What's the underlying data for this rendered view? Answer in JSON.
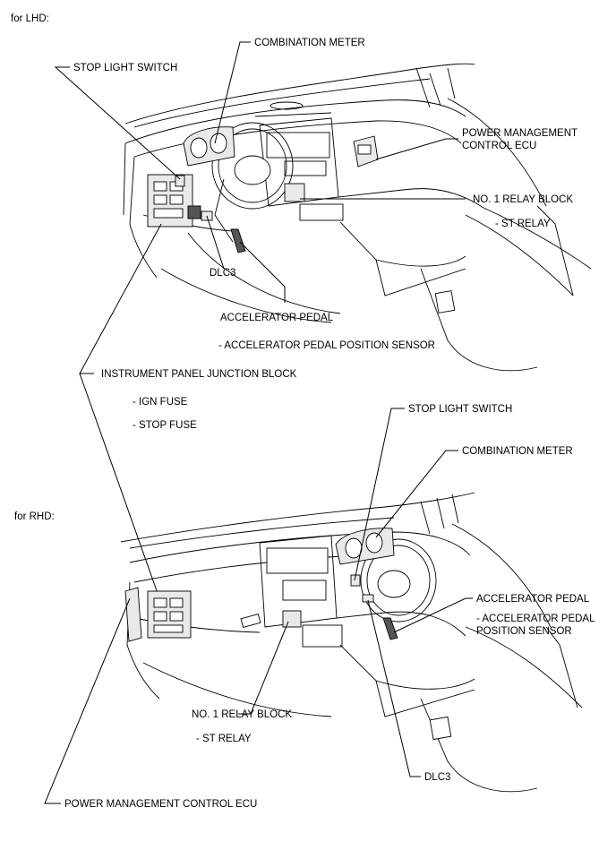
{
  "lhd": {
    "heading": "for LHD:",
    "labels": {
      "combination_meter": "COMBINATION METER",
      "stop_light_switch": "STOP LIGHT SWITCH",
      "power_management_line1": "POWER MANAGEMENT",
      "power_management_line2": "CONTROL ECU",
      "no1_relay_block": "NO. 1 RELAY BLOCK",
      "st_relay": "- ST RELAY",
      "dlc3": "DLC3",
      "accelerator_pedal": "ACCELERATOR PEDAL",
      "accelerator_pedal_sensor": "- ACCELERATOR PEDAL POSITION SENSOR"
    }
  },
  "shared": {
    "instrument_panel_junction_block": "INSTRUMENT PANEL JUNCTION BLOCK",
    "ign_fuse": "- IGN FUSE",
    "stop_fuse": "- STOP FUSE"
  },
  "rhd": {
    "heading": "for RHD:",
    "labels": {
      "stop_light_switch": "STOP LIGHT SWITCH",
      "combination_meter": "COMBINATION METER",
      "accelerator_pedal": "ACCELERATOR PEDAL",
      "accelerator_pedal_sensor_line1": "- ACCELERATOR PEDAL",
      "accelerator_pedal_sensor_line2": "POSITION SENSOR",
      "no1_relay_block": "NO. 1 RELAY BLOCK",
      "st_relay": "- ST RELAY",
      "dlc3": "DLC3",
      "power_management_control_ecu": "POWER MANAGEMENT CONTROL ECU"
    }
  }
}
